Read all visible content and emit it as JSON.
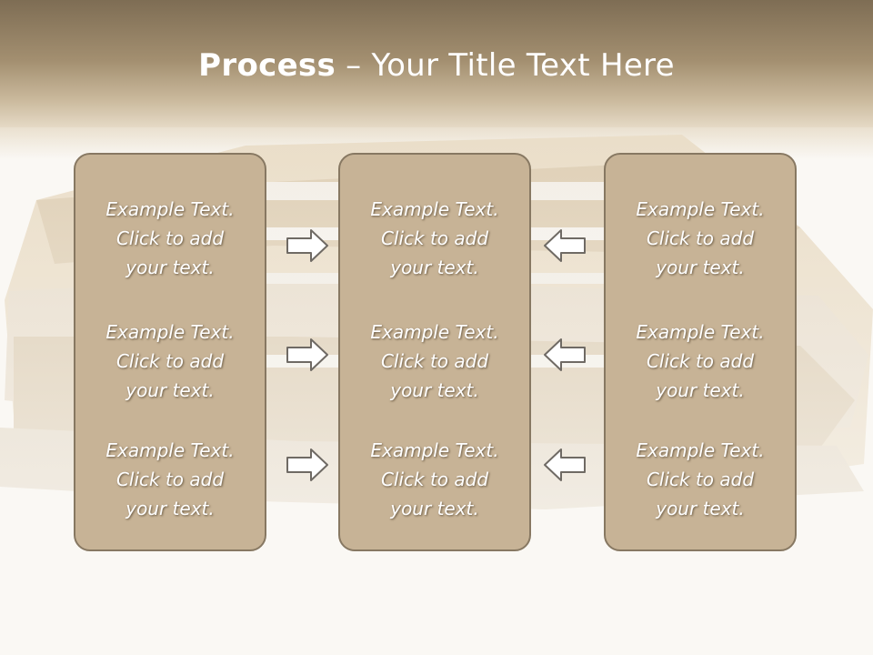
{
  "title": {
    "bold": "Process",
    "rest": " – Your Title Text Here"
  },
  "panels": [
    {
      "items": [
        {
          "line1": "Example Text.",
          "line2": "Click  to add",
          "line3": "your text."
        },
        {
          "line1": "Example Text.",
          "line2": "Click  to add",
          "line3": "your text."
        },
        {
          "line1": "Example Text.",
          "line2": "Click  to add",
          "line3": "your text."
        }
      ]
    },
    {
      "items": [
        {
          "line1": "Example Text.",
          "line2": "Click  to add",
          "line3": "your text."
        },
        {
          "line1": "Example Text.",
          "line2": "Click  to add",
          "line3": "your text."
        },
        {
          "line1": "Example Text.",
          "line2": "Click  to add",
          "line3": "your text."
        }
      ]
    },
    {
      "items": [
        {
          "line1": "Example Text.",
          "line2": "Click  to add",
          "line3": "your text."
        },
        {
          "line1": "Example Text.",
          "line2": "Click  to add",
          "line3": "your text."
        },
        {
          "line1": "Example Text.",
          "line2": "Click  to add",
          "line3": "your text."
        }
      ]
    }
  ],
  "arrows": {
    "left_column": "right-arrow-icon",
    "right_column": "left-arrow-icon"
  },
  "colors": {
    "panel_fill": "#c7b396",
    "panel_border": "#877862",
    "header_dark": "#7e6d54",
    "text": "#ffffff"
  }
}
